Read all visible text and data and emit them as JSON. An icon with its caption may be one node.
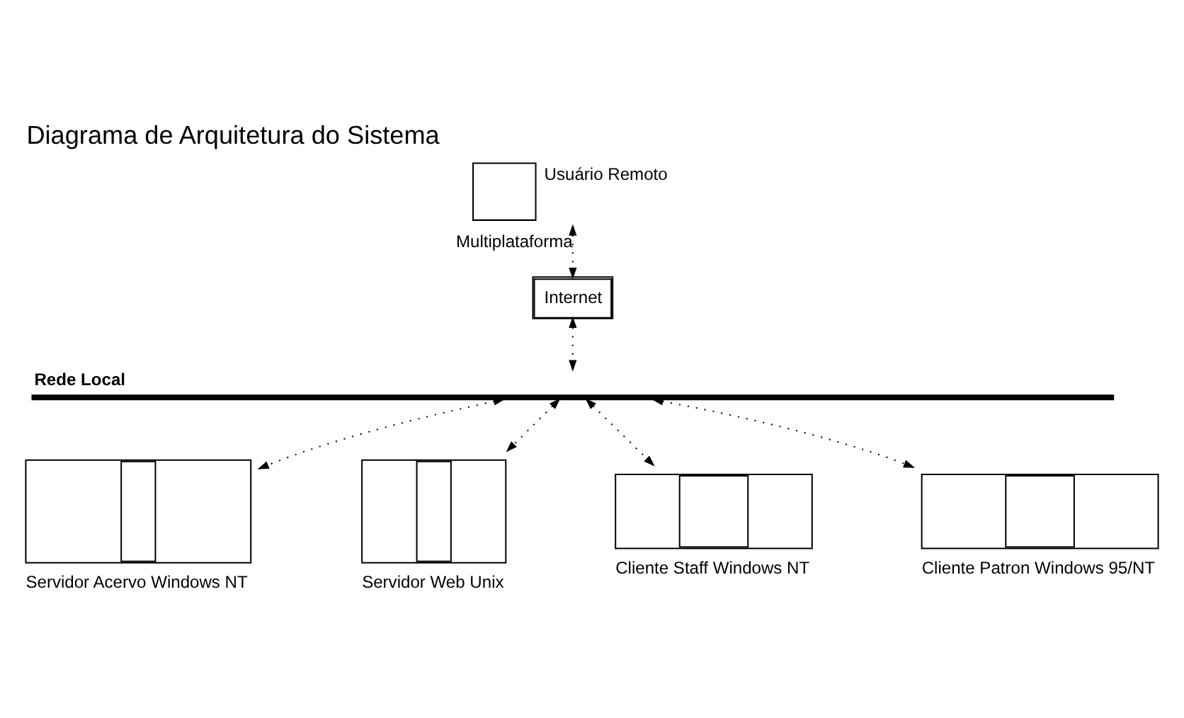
{
  "diagram": {
    "title": "Diagrama de Arquitetura do Sistema",
    "nodes": [
      {
        "text": [
          "Rede Local"
        ]
      },
      {
        "text": [
          "Usuário Remoto"
        ]
      },
      {
        "text": [
          "Internet"
        ]
      },
      {
        "text": [
          "Servidor Acervo Windows NT"
        ]
      },
      {
        "text": [
          "Servidor Web Unix"
        ]
      },
      {
        "text": [
          "Cliente Staff Windows NT"
        ]
      },
      {
        "text": [
          "Cliente Patron Windows 95/NT"
        ]
      }
    ],
    "edges": [
      {
        "from": 1,
        "to": 2,
        "arrow": "both",
        "label": "Multiplataforma"
      },
      {
        "from": 2,
        "to": 0,
        "arrow": "both"
      },
      {
        "from": 0,
        "to": 3,
        "arrow": "both"
      },
      {
        "from": 0,
        "to": 4,
        "arrow": "both"
      },
      {
        "from": 0,
        "to": 5,
        "arrow": "both"
      },
      {
        "from": 0,
        "to": 6,
        "arrow": "both"
      }
    ]
  }
}
